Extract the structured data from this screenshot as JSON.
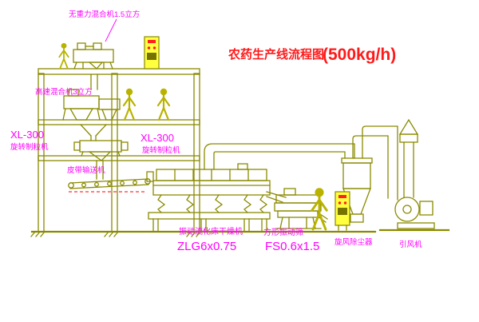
{
  "diagram": {
    "title": {
      "prefix": "农药生产线流程图",
      "capacity": "(500kg/h)"
    },
    "labels": {
      "gravity_mixer": "无重力混合机1.5立方",
      "high_speed_mixer": "高速混合机3立方",
      "granulator_left_model": "XL-300",
      "granulator_left_name": "旋转制粒机",
      "granulator_center_model": "XL-300",
      "granulator_center_name": "旋转制粒机",
      "belt_conveyor": "皮带输送机",
      "fluid_bed_dryer": "振动流化床干燥机",
      "fluid_bed_dryer_model": "ZLG6x0.75",
      "square_screen": "方形振动筛",
      "square_screen_model": "FS0.6x1.5",
      "cyclone": "旋风除尘器",
      "induced_fan": "引风机"
    },
    "colors": {
      "drawing_line": "#8a8a00",
      "label_text": "#ff00ff",
      "title_text": "#ff1a1a",
      "cabinet_fill": "#ffff3f",
      "indicator_red": "#ff2020"
    }
  }
}
